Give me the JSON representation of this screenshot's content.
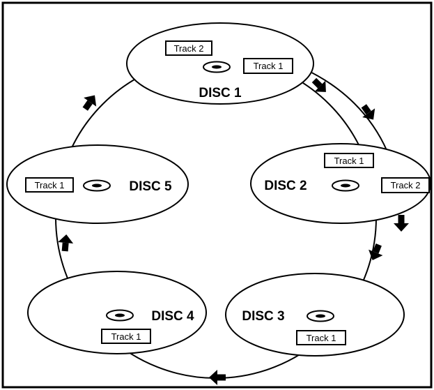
{
  "discs": [
    {
      "id": "disc1",
      "label": "DISC 1",
      "tracks": [
        "Track 2",
        "Track 1"
      ]
    },
    {
      "id": "disc2",
      "label": "DISC 2",
      "tracks": [
        "Track 1",
        "Track 2"
      ]
    },
    {
      "id": "disc3",
      "label": "DISC 3",
      "tracks": [
        "Track 1"
      ]
    },
    {
      "id": "disc4",
      "label": "DISC 4",
      "tracks": [
        "Track 1"
      ]
    },
    {
      "id": "disc5",
      "label": "DISC 5",
      "tracks": [
        "Track 1"
      ]
    }
  ],
  "icons": {
    "disc": "cd-icon",
    "arrow": "flow-arrow-icon"
  }
}
